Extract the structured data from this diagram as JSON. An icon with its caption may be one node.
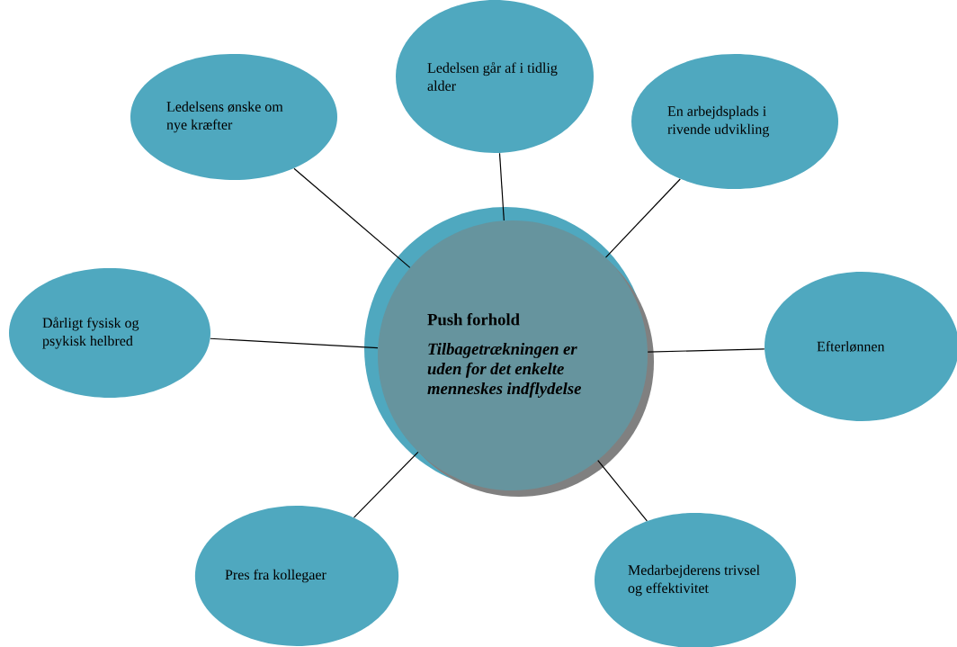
{
  "diagram": {
    "nodes": [
      {
        "text": [
          "Push forhold",
          "Tilbagetrækningen er uden for det enkelte menneskes indflydelse"
        ]
      },
      {
        "text": [
          "Ledelsens ønske om nye kræfter"
        ]
      },
      {
        "text": [
          "Ledelsen går af i tidlig alder"
        ]
      },
      {
        "text": [
          "En arbejdsplads i rivende udvikling"
        ]
      },
      {
        "text": [
          "Dårligt fysisk og psykisk helbred"
        ]
      },
      {
        "text": [
          "Efterlønnen"
        ]
      },
      {
        "text": [
          "Pres fra kollegaer"
        ]
      },
      {
        "text": [
          "Medarbejderens trivsel og effektivitet"
        ]
      }
    ],
    "edges": [
      {
        "from": 0,
        "to": 1,
        "arrow": "none"
      },
      {
        "from": 0,
        "to": 2,
        "arrow": "none"
      },
      {
        "from": 0,
        "to": 3,
        "arrow": "none"
      },
      {
        "from": 0,
        "to": 4,
        "arrow": "none"
      },
      {
        "from": 0,
        "to": 5,
        "arrow": "none"
      },
      {
        "from": 0,
        "to": 6,
        "arrow": "none"
      },
      {
        "from": 0,
        "to": 7,
        "arrow": "none"
      }
    ]
  }
}
